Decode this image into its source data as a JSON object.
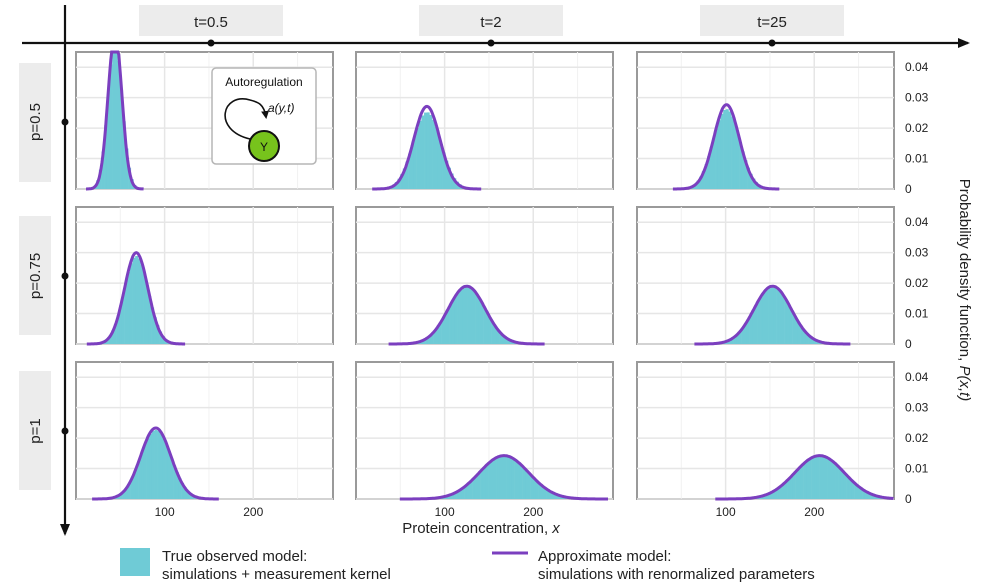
{
  "chart_data": {
    "type": "bar",
    "x_axis": {
      "title_text": "Protein concentration, ",
      "title_var": "x",
      "ticks": [
        100,
        200
      ],
      "xlim": [
        0,
        290
      ]
    },
    "y_axis": {
      "title_text": "Probability density function, ",
      "title_var": "P(x,t)",
      "ticks": [
        0,
        0.01,
        0.02,
        0.03,
        0.04
      ],
      "tick_labels": [
        "0",
        "0.01",
        "0.02",
        "0.03",
        "0.04"
      ],
      "ylim": [
        0,
        0.045
      ]
    },
    "columns": [
      "t=0.5",
      "t=2",
      "t=25"
    ],
    "rows": [
      "p=0.5",
      "p=0.75",
      "p=1"
    ],
    "series_names": {
      "histogram": "True observed model: simulations + measurement kernel",
      "curve": "Approximate model: simulations with renormalized parameters"
    },
    "panels": [
      {
        "row": "p=0.5",
        "col": "t=0.5",
        "hist_mean": 44,
        "hist_sd": 8.3,
        "curve_mean": 44,
        "curve_sd": 7.8
      },
      {
        "row": "p=0.5",
        "col": "t=2",
        "hist_mean": 80,
        "hist_sd": 15.8,
        "curve_mean": 80,
        "curve_sd": 14.7
      },
      {
        "row": "p=0.5",
        "col": "t=25",
        "hist_mean": 101,
        "hist_sd": 15.2,
        "curve_mean": 101,
        "curve_sd": 14.4
      },
      {
        "row": "p=0.75",
        "col": "t=0.5",
        "hist_mean": 68,
        "hist_sd": 13.8,
        "curve_mean": 68,
        "curve_sd": 13.3
      },
      {
        "row": "p=0.75",
        "col": "t=2",
        "hist_mean": 125,
        "hist_sd": 21.5,
        "curve_mean": 125,
        "curve_sd": 21.0
      },
      {
        "row": "p=0.75",
        "col": "t=25",
        "hist_mean": 153,
        "hist_sd": 21.5,
        "curve_mean": 153,
        "curve_sd": 21.0
      },
      {
        "row": "p=1",
        "col": "t=0.5",
        "hist_mean": 90,
        "hist_sd": 17.6,
        "curve_mean": 90,
        "curve_sd": 17.1
      },
      {
        "row": "p=1",
        "col": "t=2",
        "hist_mean": 167,
        "hist_sd": 28.5,
        "curve_mean": 167,
        "curve_sd": 28.0
      },
      {
        "row": "p=1",
        "col": "t=25",
        "hist_mean": 206,
        "hist_sd": 28.5,
        "curve_mean": 206,
        "curve_sd": 28.0
      }
    ],
    "grid": true
  },
  "inset": {
    "title": "Autoregulation",
    "rate_label": "a(y,t)",
    "node_label": "Y"
  },
  "legend": {
    "histogram_line1": "True observed model:",
    "histogram_line2": "simulations + measurement kernel",
    "curve_line1": "Approximate model:",
    "curve_line2": "simulations with renormalized parameters"
  },
  "colors": {
    "histogram": "#6fcbd6",
    "curve": "#7b3fbf",
    "node": "#77c31c"
  }
}
